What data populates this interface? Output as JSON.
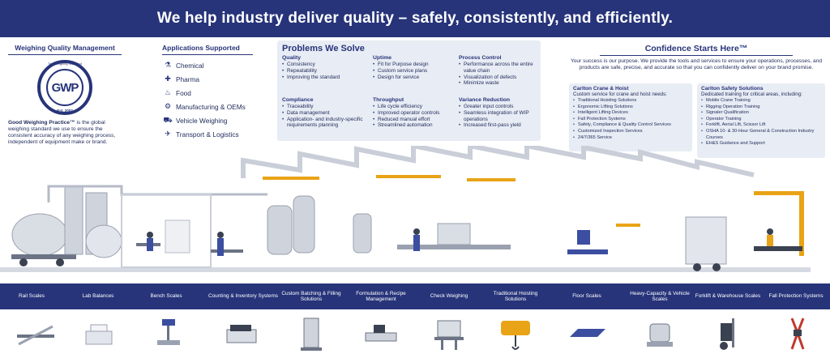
{
  "banner": {
    "title": "We help industry deliver quality – safely, consistently, and efficiently."
  },
  "wqm": {
    "title": "Weighing Quality Management",
    "seal_arc": "The Weighing Standard",
    "seal_text": "GWP",
    "seal_est": "Est. 2007",
    "desc_bold": "Good Weighing Practice™",
    "desc_rest": " is the global weighing standard we use to ensure the consistent accuracy of any weighing process, independent of equipment make or brand."
  },
  "apps": {
    "title": "Applications Supported",
    "items": [
      {
        "label": "Chemical",
        "icon": "flask-icon"
      },
      {
        "label": "Pharma",
        "icon": "pill-icon"
      },
      {
        "label": "Food",
        "icon": "utensils-icon"
      },
      {
        "label": "Manufacturing & OEMs",
        "icon": "gear-icon"
      },
      {
        "label": "Vehicle Weighing",
        "icon": "truck-icon"
      },
      {
        "label": "Transport & Logistics",
        "icon": "plane-icon"
      }
    ]
  },
  "problems": {
    "title": "Problems We Solve",
    "groups": [
      {
        "title": "Quality",
        "items": [
          "Consistency",
          "Repeatability",
          "Improving the standard"
        ]
      },
      {
        "title": "Uptime",
        "items": [
          "Fit for Purpose design",
          "Custom service plans",
          "Design for service"
        ]
      },
      {
        "title": "Process Control",
        "items": [
          "Performance across the entire value chain",
          "Visualization of defects",
          "Minimize waste"
        ]
      },
      {
        "title": "Compliance",
        "items": [
          "Traceability",
          "Data management",
          "Application- and industry-specific requirements planning"
        ]
      },
      {
        "title": "Throughput",
        "items": [
          "Life cycle efficiency",
          "Improved operator controls",
          "Reduced manual effort",
          "Streamlined automation"
        ]
      },
      {
        "title": "Variance Reduction",
        "items": [
          "Greater input controls",
          "Seamless integration of WIP operations",
          "Increased first-pass yield"
        ]
      }
    ]
  },
  "confidence": {
    "title": "Confidence Starts Here™",
    "intro": "Your success is our purpose. We provide the tools and services to ensure your operations, processes, and products are safe, precise, and accurate so that you can confidently deliver on your brand promise.",
    "crane": {
      "title": "Carlton Crane & Hoist",
      "sub": "Custom service for crane and hoist needs:",
      "items": [
        "Traditional Hoisting Solutions",
        "Ergonomic Lifting Solutions",
        "Intelligent Lifting Devices",
        "Fall Protection Systems",
        "Safety, Compliance & Quality Control Services",
        "Customized Inspection Services",
        "24/7/365 Service"
      ]
    },
    "safety": {
      "title": "Carlton Safety Solutions",
      "sub": "Dedicated training for critical areas, including:",
      "items": [
        "Mobile Crane Training",
        "Rigging Operation Training",
        "Signaler Qualification",
        "Operator Training",
        "Forklift, Aerial Lift, Scissor Lift",
        "OSHA 10- & 30-Hour General & Construction Industry Courses",
        "EH&S Guidance and Support"
      ]
    }
  },
  "stations": [
    "Rail Scales",
    "Lab Balances",
    "Bench Scales",
    "Counting & Inventory Systems",
    "Custom Batching & Filling Solutions",
    "Formulation & Recipe Management",
    "Check Weighing",
    "Traditional Hoisting Solutions",
    "Floor Scales",
    "Heavy-Capacity & Vehicle Scales",
    "Forklift & Warehouse Scales",
    "Fall Protection Systems"
  ],
  "colors": {
    "navy": "#27347a",
    "panel": "#e8ecf4",
    "crane_yellow": "#e8a317",
    "steel": "#c9ced8"
  }
}
